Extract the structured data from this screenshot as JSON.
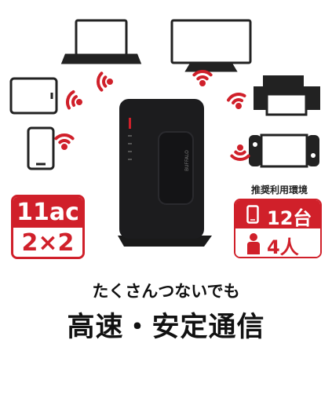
{
  "badge_left": {
    "top_text": "11ac",
    "bottom_text": "2×2"
  },
  "environment": {
    "label": "推奨利用環境",
    "devices": "12台",
    "people": "4人"
  },
  "tagline": "たくさんつないでも",
  "headline": "高速・安定通信",
  "router": {
    "brand": "BUFFALO"
  },
  "colors": {
    "accent": "#d0202a",
    "device": "#222222",
    "router": "#1c1c1e"
  },
  "icons": [
    "laptop-icon",
    "monitor-icon",
    "tablet-icon",
    "printer-icon",
    "smartphone-icon",
    "game-console-icon",
    "wifi-signal-icon",
    "person-icon",
    "phone-icon"
  ]
}
